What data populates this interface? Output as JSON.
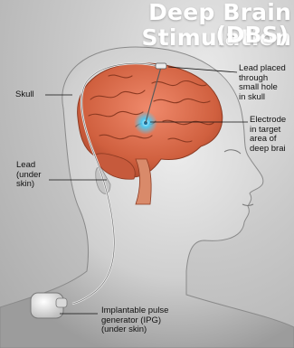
{
  "title": "Deep Brain Stimulation",
  "subtitle": "(DBS)",
  "labels": {
    "skull": "Skull",
    "lead_placed": "Lead placed\nthrough\nsmall hole\nin skull",
    "electrode": "Electrode\nin target\narea of\ndeep brai",
    "lead_under_skin": "Lead\n(under\nskin)",
    "ipg": "Implantable pulse\ngenerator (IPG)\n(under skin)"
  },
  "colors": {
    "background": "#bdbdbd",
    "head": "#d6d6d6",
    "brain": "#d96a4e",
    "electrode_glow": "#3fd0ff"
  }
}
